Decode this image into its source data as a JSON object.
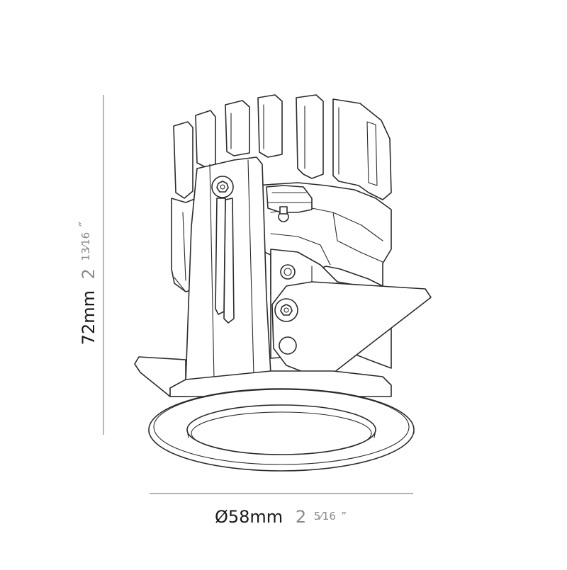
{
  "dimensions": {
    "height": {
      "metric": "72mm",
      "imperial_whole": "2",
      "imperial_fraction": "13⁄16",
      "inch_mark": "″"
    },
    "diameter": {
      "metric": "Ø58mm",
      "imperial_whole": "2",
      "imperial_fraction": "5⁄16",
      "inch_mark": "″"
    }
  },
  "colors": {
    "line": "#2b2b2b",
    "dimension_line": "#9a9a9a",
    "imperial_text": "#8a8a8a",
    "metric_text": "#1a1a1a"
  }
}
